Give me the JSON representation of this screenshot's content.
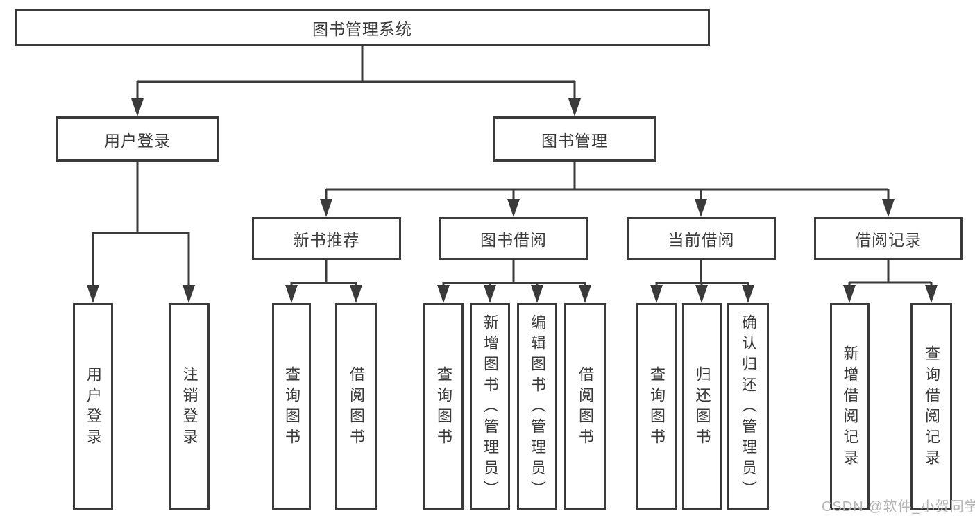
{
  "diagram_title": "图书管理系统",
  "nodes": {
    "root": "图书管理系统",
    "user_login": "用户登录",
    "book_management": "图书管理",
    "new_book_recommend": "新书推荐",
    "book_borrowing": "图书借阅",
    "current_borrowing": "当前借阅",
    "borrowing_records": "借阅记录",
    "leaf_user_login": "用户登录",
    "leaf_logout": "注销登录",
    "leaf_nb_query": "查询图书",
    "leaf_nb_borrow": "借阅图书",
    "leaf_bb_query": "查询图书",
    "leaf_bb_add": "新增图书（管理员）",
    "leaf_bb_edit": "编辑图书（管理员）",
    "leaf_bb_borrow": "借阅图书",
    "leaf_cb_query": "查询图书",
    "leaf_cb_return": "归还图书",
    "leaf_cb_confirm": "确认归还（管理员）",
    "leaf_br_add": "新增借阅记录",
    "leaf_br_query": "查询借阅记录"
  },
  "hierarchy": [
    {
      "label": "图书管理系统",
      "children": [
        {
          "label": "用户登录",
          "children": [
            {
              "label": "用户登录"
            },
            {
              "label": "注销登录"
            }
          ]
        },
        {
          "label": "图书管理",
          "children": [
            {
              "label": "新书推荐",
              "children": [
                {
                  "label": "查询图书"
                },
                {
                  "label": "借阅图书"
                }
              ]
            },
            {
              "label": "图书借阅",
              "children": [
                {
                  "label": "查询图书"
                },
                {
                  "label": "新增图书（管理员）"
                },
                {
                  "label": "编辑图书（管理员）"
                },
                {
                  "label": "借阅图书"
                }
              ]
            },
            {
              "label": "当前借阅",
              "children": [
                {
                  "label": "查询图书"
                },
                {
                  "label": "归还图书"
                },
                {
                  "label": "确认归还（管理员）"
                }
              ]
            },
            {
              "label": "借阅记录",
              "children": [
                {
                  "label": "新增借阅记录"
                },
                {
                  "label": "查询借阅记录"
                }
              ]
            }
          ]
        }
      ]
    }
  ],
  "watermark": "CSDN @软件_小贺同学",
  "colors": {
    "line": "#3a3a3a",
    "box_border": "#3a3a3a",
    "text": "#3a3a3a",
    "background": "#ffffff",
    "watermark": "#b4b4b4"
  }
}
